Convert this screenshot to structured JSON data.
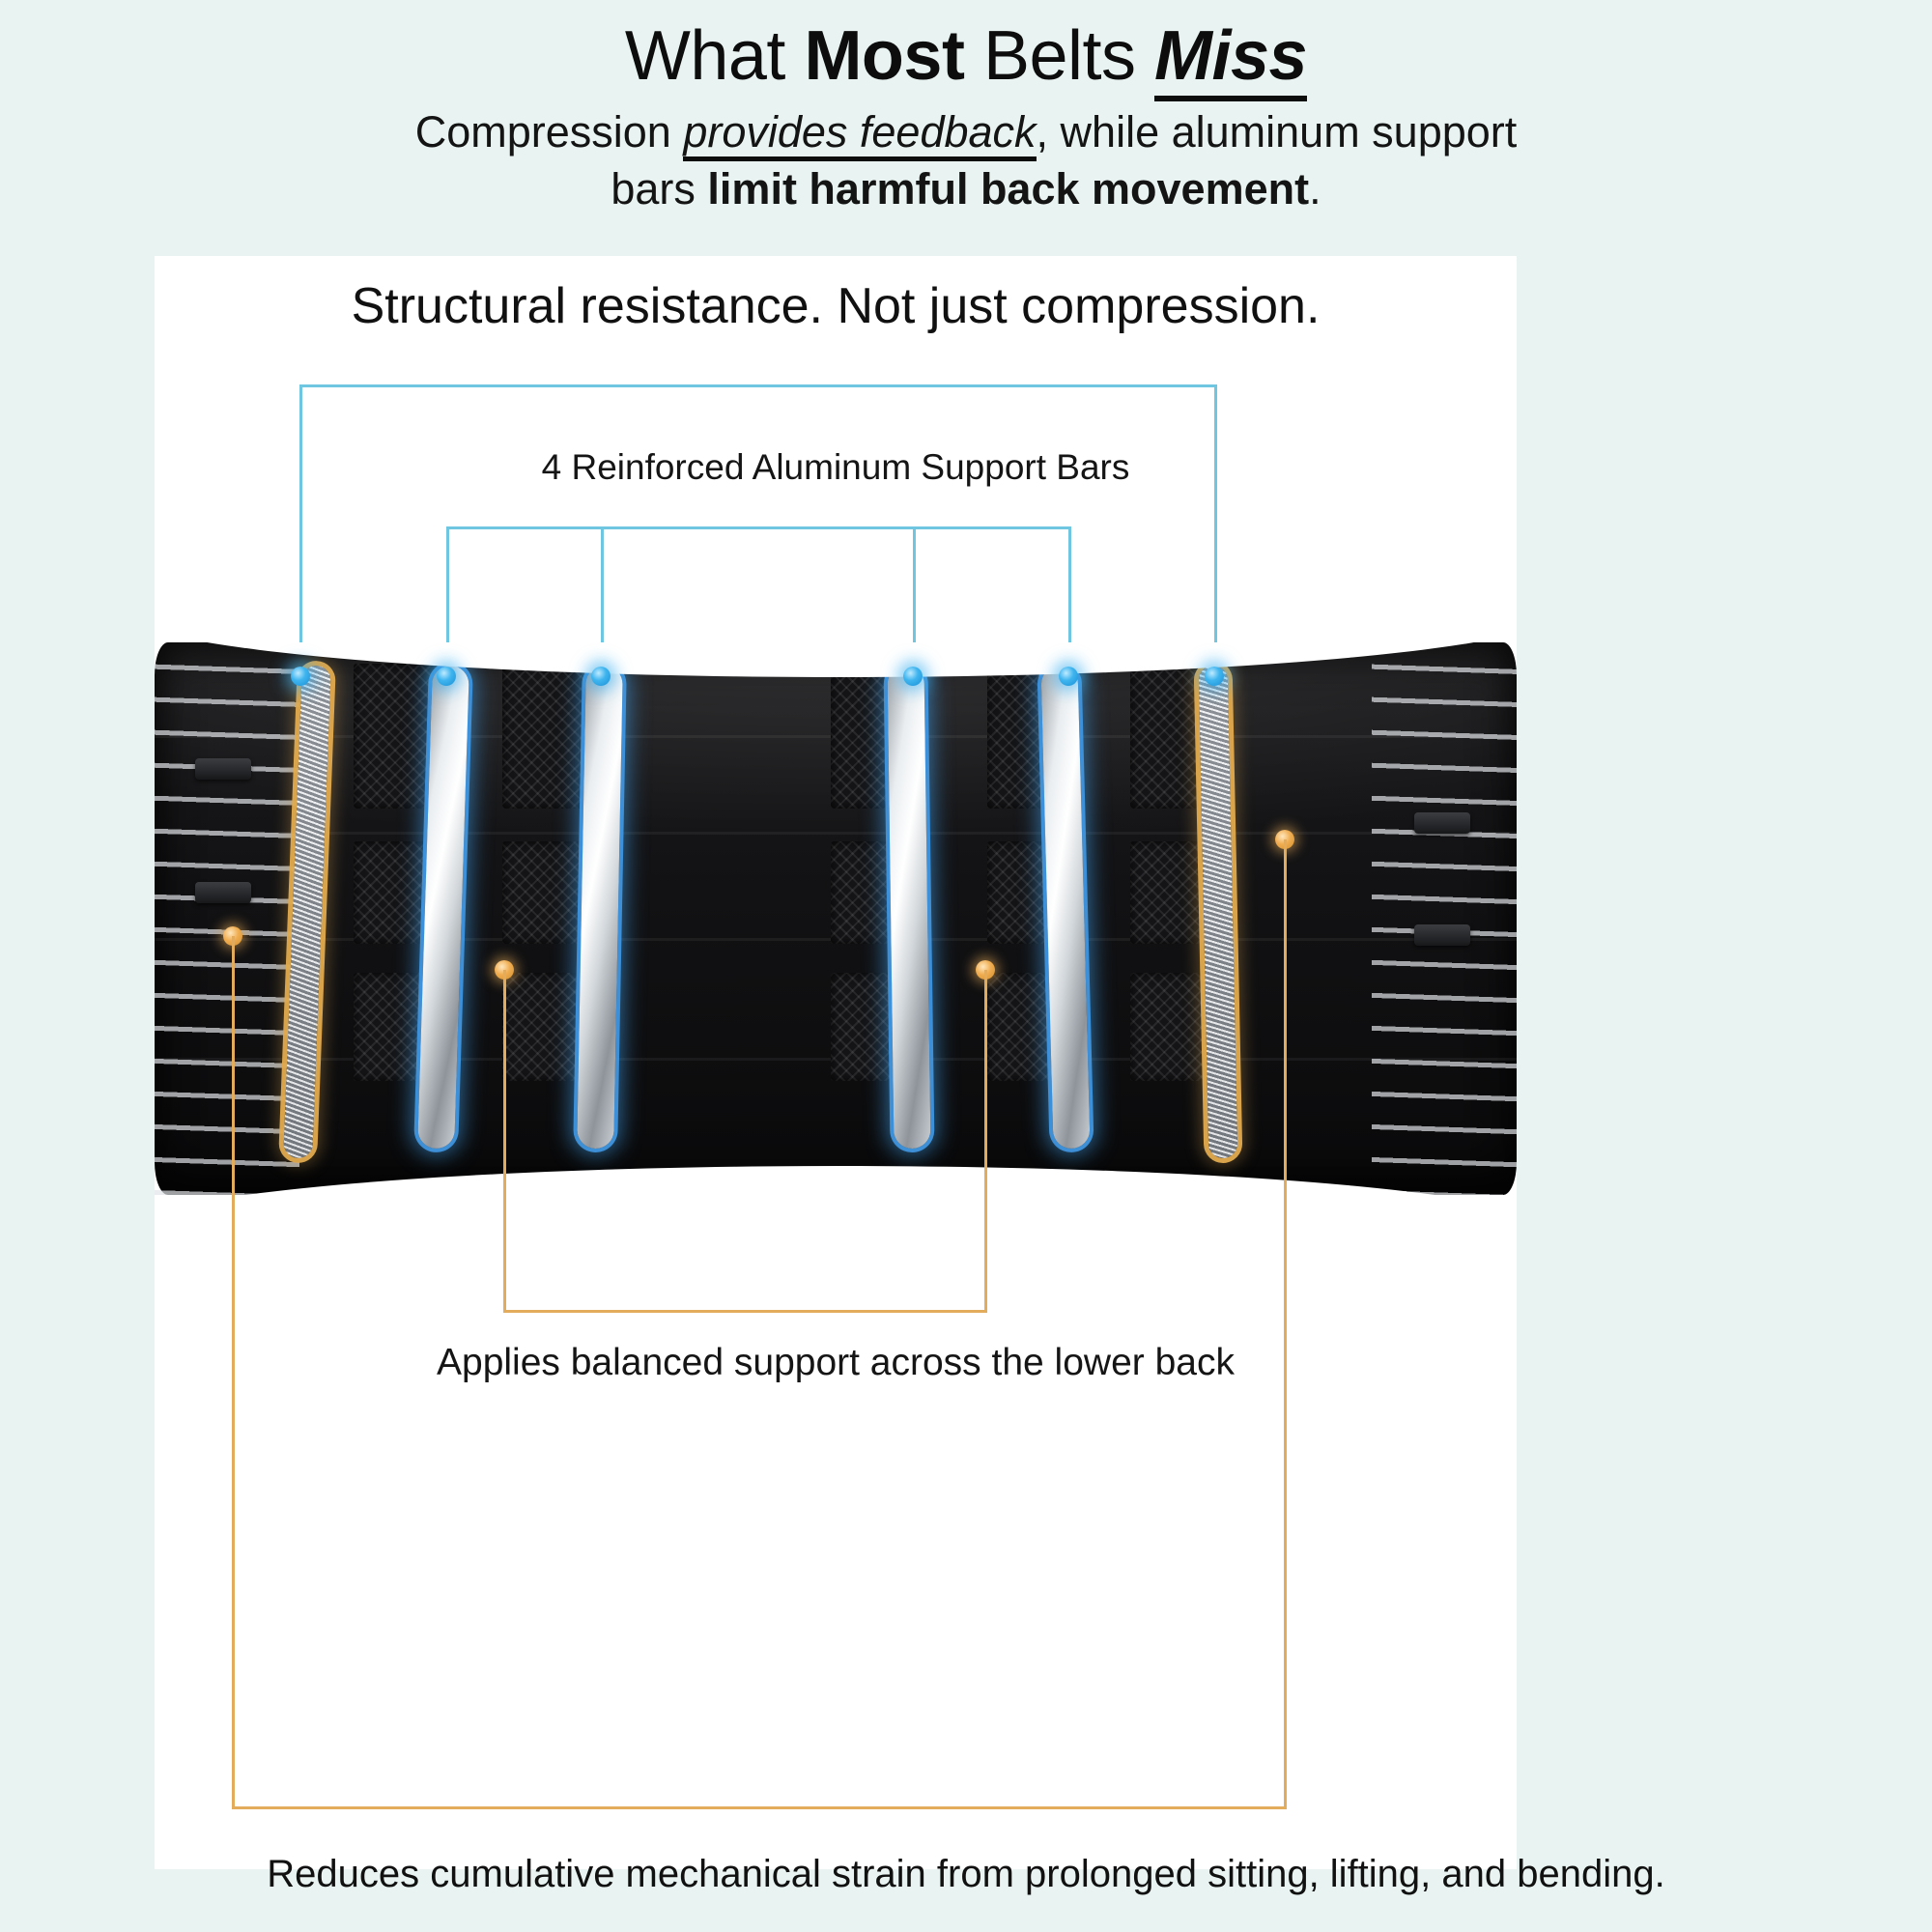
{
  "hero": {
    "title_part1": "What ",
    "title_bold": "Most",
    "title_part2": " Belts ",
    "title_italic": "Miss",
    "sub_part1": "Compression ",
    "sub_italic": "provides feedback",
    "sub_part2": ", while aluminum support bars ",
    "sub_bold": "limit harmful back movement",
    "sub_part3": "."
  },
  "card": {
    "title": "Structural resistance. Not just compression."
  },
  "callouts": {
    "top_label": "4 Reinforced Aluminum Support Bars",
    "mid_label": "Applies balanced support across the lower back",
    "bottom_label": "Reduces cumulative mechanical strain from prolonged sitting, lifting, and bending."
  },
  "colors": {
    "background_mint": "#e9f4f2",
    "card_white": "#ffffff",
    "accent_blue": "#6ec6e0",
    "dot_blue": "#3fb5ef",
    "accent_gold": "#e3ac5c",
    "text_dark": "#111111"
  },
  "product": {
    "aluminum_bar_count": 4,
    "edge_strip_count": 2,
    "highlight_points_blue": 6,
    "highlight_points_gold": 4
  }
}
